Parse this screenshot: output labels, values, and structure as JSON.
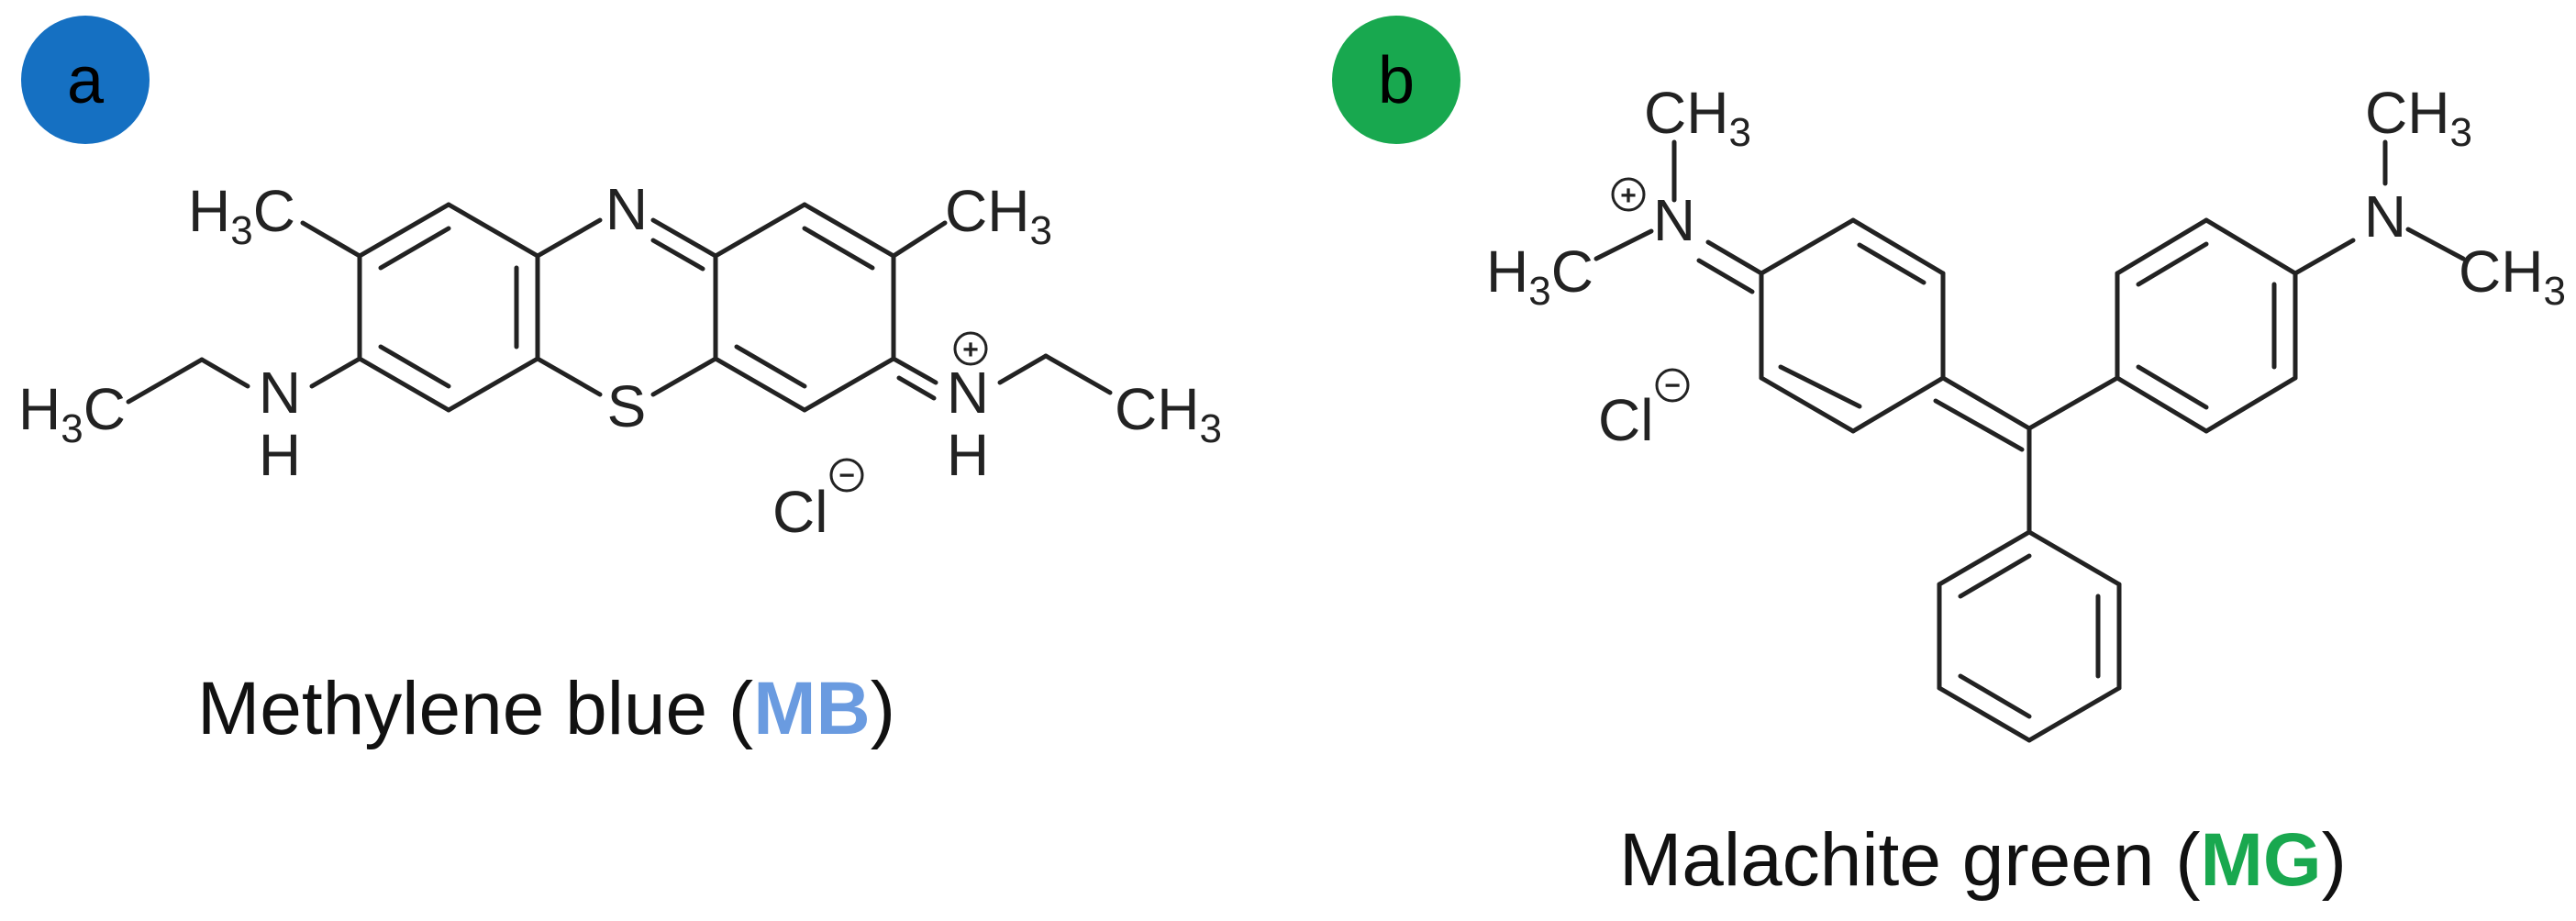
{
  "colors": {
    "badge_a": "#1570C2",
    "badge_b": "#18A84F",
    "mb_accent": "#6A9BE0",
    "mg_accent": "#19A84F",
    "ink": "#222222"
  },
  "panel_a": {
    "badge": "a",
    "atoms": {
      "n_ring": "N",
      "s_ring": "S",
      "h3c_top": "H",
      "h3c_top_sub": "3",
      "h3c_top_c": "C",
      "ch3_top_c": "CH",
      "ch3_top_sub": "3",
      "h3c_left": "H",
      "h3c_left_sub": "3",
      "h3c_left_c": "C",
      "nh_n": "N",
      "nh_h": "H",
      "nplus_n": "N",
      "nplus_h": "H",
      "ch3_right_c": "CH",
      "ch3_right_sub": "3",
      "counter_ion": "Cl"
    },
    "charges": {
      "plus": "+",
      "minus": "−"
    },
    "caption": {
      "name": "Methylene blue (",
      "abbr": "MB",
      "close": ")"
    }
  },
  "panel_b": {
    "badge": "b",
    "atoms": {
      "ch3_top_c": "CH",
      "ch3_top_sub": "3",
      "nplus_n": "N",
      "h3c_c": "H",
      "h3c_sub": "3",
      "h3c_c2": "C",
      "counter_ion": "Cl",
      "ch3_r1_c": "CH",
      "ch3_r1_sub": "3",
      "n_right": "N",
      "ch3_r2_c": "CH",
      "ch3_r2_sub": "3"
    },
    "charges": {
      "plus": "+",
      "minus": "−"
    },
    "caption": {
      "name": "Malachite green (",
      "abbr": "MG",
      "close": ")"
    }
  }
}
